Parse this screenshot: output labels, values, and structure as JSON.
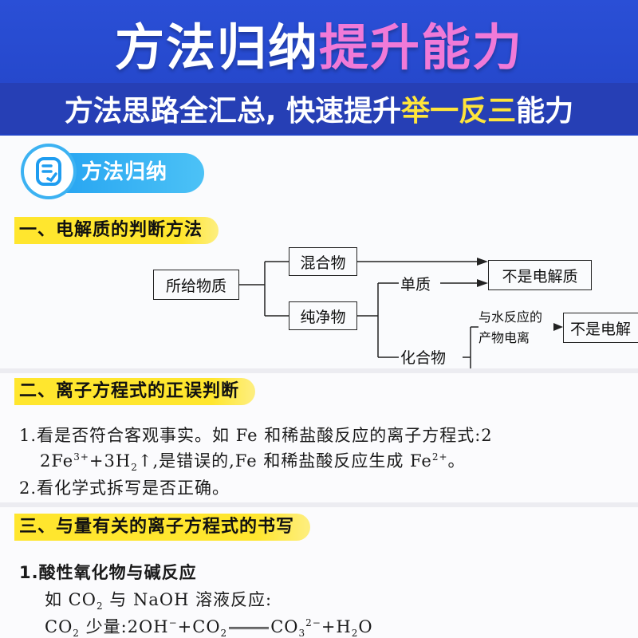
{
  "banner": {
    "title_white": "方法归纳",
    "title_pink": "提升能力",
    "subtitle_a": "方法思路全汇总, 快速提升",
    "subtitle_b": "举一反三",
    "subtitle_c": "能力"
  },
  "colors": {
    "banner_blue": "#2a4fd6",
    "pink": "#f07ad8",
    "yellow": "#ffe53b",
    "highlight": "#ffe62e",
    "pill_blue": "#1e9ef0"
  },
  "method": {
    "icon": "book-icon",
    "label": "方法归纳"
  },
  "section1": {
    "heading": "一、电解质的判断方法",
    "diagram": {
      "root": "所给物质",
      "mixture": "混合物",
      "pure": "纯净物",
      "element": "单质",
      "compound": "化合物",
      "not_electrolyte_1": "不是电解质",
      "ionize_line1": "与水反应的",
      "ionize_line2": "产物电离",
      "not_electrolyte_2": "不是电解"
    }
  },
  "section2": {
    "heading": "二、离子方程式的正误判断",
    "line1": "1.看是否符合客观事实。如 Fe 和稀盐酸反应的离子方程式:2",
    "line2_a": "2Fe",
    "line2_sup1": "3+",
    "line2_b": "+3H",
    "line2_sub1": "2",
    "line2_c": "↑,是错误的,Fe 和稀盐酸反应生成 Fe",
    "line2_sup2": "2+",
    "line2_d": "。",
    "line3": "2.看化学式拆写是否正确。"
  },
  "section3": {
    "heading": "三、与量有关的离子方程式的书写",
    "line1": "1.酸性氧化物与碱反应",
    "line2_a": "如 CO",
    "line2_sub": "2",
    "line2_b": " 与 NaOH 溶液反应:",
    "line3_a": "CO",
    "line3_sub1": "2",
    "line3_b": " 少量:2OH",
    "line3_sup1": "−",
    "line3_c": "+CO",
    "line3_sub2": "2",
    "line3_d": "CO",
    "line3_sub3": "3",
    "line3_sup3": "2−",
    "line3_e": "+H",
    "line3_sub4": "2",
    "line3_f": "O"
  }
}
